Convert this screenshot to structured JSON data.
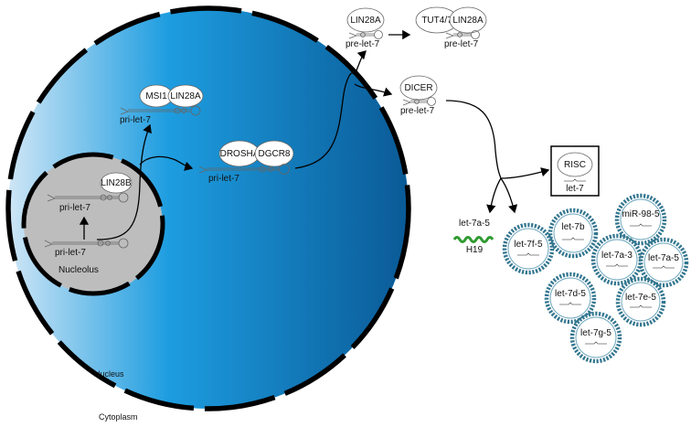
{
  "compartments": {
    "nucleus": "Nucleus",
    "nucleolus": "Nucleolus",
    "cytoplasm": "Cytoplasm"
  },
  "nucleolus_complex": {
    "protein": "LIN28B",
    "rna_top": "pri-let-7",
    "rna_bottom": "pri-let-7"
  },
  "msi_complex": {
    "protein_1": "MSI1",
    "protein_2": "LIN28A",
    "rna": "pri-let-7"
  },
  "drosha_complex": {
    "protein_1": "DROSHA",
    "protein_2": "DGCR8",
    "rna": "pri-let-7"
  },
  "lin28a_complex": {
    "protein": "LIN28A",
    "rna": "pre-let-7"
  },
  "tut_complex": {
    "protein_1": "TUT4/7",
    "protein_2": "LIN28A",
    "rna": "pre-let-7"
  },
  "dicer_complex": {
    "protein": "DICER",
    "rna": "pre-let-7"
  },
  "risc_complex": {
    "protein": "RISC",
    "rna": "let-7"
  },
  "h19_sponge": {
    "target": "let-7a-5",
    "lncrna": "H19"
  },
  "mirna_circles": [
    "let-7b",
    "miR-98-5",
    "let-7f-5",
    "let-7a-3",
    "let-7a-5",
    "let-7d-5",
    "let-7e-5",
    "let-7g-5"
  ],
  "colors": {
    "nucleus_light": "#cfe6f6",
    "nucleus_mid": "#1d9de0",
    "nucleus_dark": "#0a5a96",
    "nucleolus": "#bdbdbd",
    "h19": "#2e9a2e",
    "mirna_ring": "#33768f"
  }
}
